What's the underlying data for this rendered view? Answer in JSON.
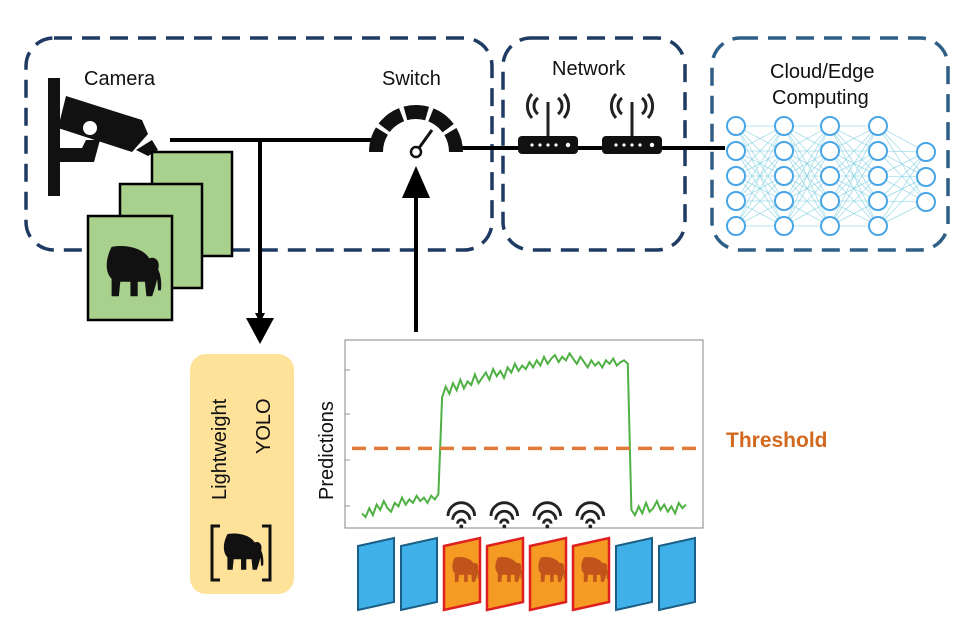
{
  "labels": {
    "camera": "Camera",
    "switch": "Switch",
    "network": "Network",
    "cloud_line1": "Cloud/Edge",
    "cloud_line2": "Computing",
    "yolo_line1": "Lightweight",
    "yolo_line2": "YOLO",
    "predictions": "Predictions",
    "threshold": "Threshold"
  },
  "colors": {
    "dashed_border": "#1f3a63",
    "cloud_border": "#2f5f86",
    "frame_green": "#a9d18e",
    "yolo_bg": "#ffe29a",
    "threshold": "#e07b39",
    "plot_line": "#4fb043",
    "frame_blue": "#3fb1e8",
    "frame_orange": "#f59a23",
    "frame_orange_border": "#e02020",
    "elephant_on_orange": "#c0541b",
    "nn_node": "#49a6e6"
  },
  "plot": {
    "predictions": [
      0.06,
      0.04,
      0.09,
      0.05,
      0.11,
      0.08,
      0.13,
      0.09,
      0.07,
      0.12,
      0.1,
      0.15,
      0.11,
      0.14,
      0.12,
      0.16,
      0.13,
      0.15,
      0.12,
      0.16,
      0.14,
      0.17,
      0.72,
      0.78,
      0.74,
      0.8,
      0.76,
      0.82,
      0.77,
      0.81,
      0.79,
      0.85,
      0.8,
      0.83,
      0.86,
      0.82,
      0.88,
      0.84,
      0.87,
      0.83,
      0.89,
      0.86,
      0.91,
      0.87,
      0.9,
      0.88,
      0.92,
      0.89,
      0.93,
      0.9,
      0.95,
      0.91,
      0.94,
      0.96,
      0.92,
      0.95,
      0.93,
      0.97,
      0.94,
      0.91,
      0.95,
      0.92,
      0.89,
      0.93,
      0.9,
      0.92,
      0.89,
      0.93,
      0.91,
      0.94,
      0.9,
      0.92,
      0.93,
      0.91,
      0.08,
      0.05,
      0.1,
      0.06,
      0.12,
      0.07,
      0.09,
      0.13,
      0.08,
      0.11,
      0.07,
      0.1,
      0.06,
      0.12,
      0.09,
      0.11
    ],
    "threshold": 0.43
  },
  "frames": [
    "blue",
    "blue",
    "orange",
    "orange",
    "orange",
    "orange",
    "blue",
    "blue"
  ]
}
